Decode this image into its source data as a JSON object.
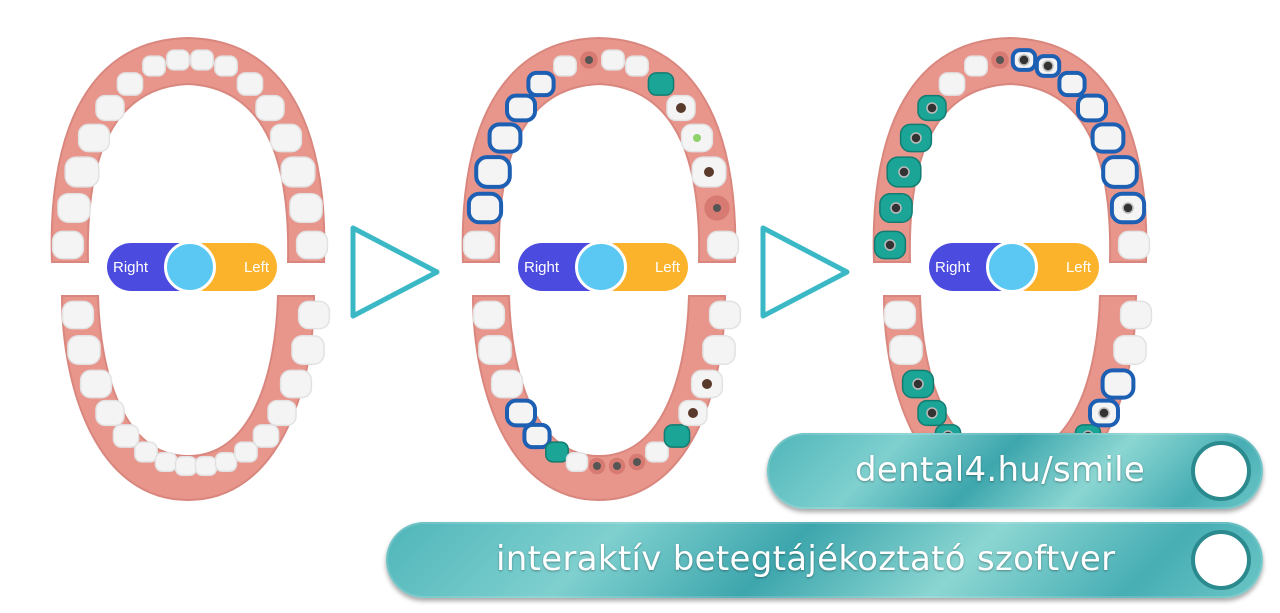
{
  "toggle": {
    "right_label": "Right",
    "left_label": "Left"
  },
  "links": {
    "url_label": "dental4.hu/smile",
    "tagline": "interaktív betegtájékoztató szoftver"
  },
  "icons": {
    "arrow": "play-triangle-icon",
    "pill_end": "circle-icon"
  },
  "colors": {
    "gum": "#e8958c",
    "tooth": "#f4f4f4",
    "crown_outline": "#1d5fb3",
    "implant_green": "#1aa597",
    "toggle_right": "#4b4be0",
    "toggle_left": "#fbb32b",
    "toggle_knob": "#5bc8f3",
    "arrow": "#3bb8c6",
    "pill": "#4fb5b9"
  },
  "charts": [
    {
      "panel": "healthy"
    },
    {
      "panel": "problems"
    },
    {
      "panel": "treated"
    }
  ]
}
